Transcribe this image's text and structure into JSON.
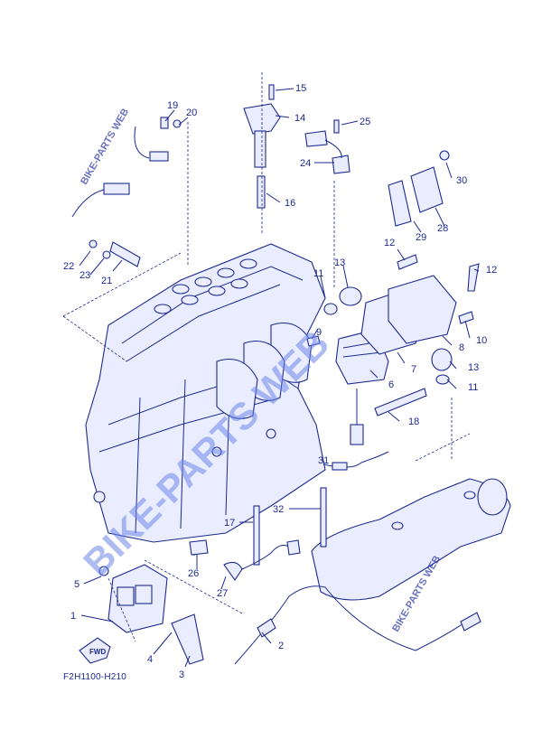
{
  "diagram": {
    "code": "F2H1100-H210",
    "fwd_label": "FWD",
    "watermarks": {
      "corner_top": "BIKE-PARTS WEB",
      "corner_bottom": "BIKE-PARTS WEB",
      "main": "BIKE-PARTS WEB"
    },
    "callouts": [
      "1",
      "2",
      "3",
      "4",
      "5",
      "6",
      "7",
      "8",
      "9",
      "10",
      "11",
      "11",
      "12",
      "12",
      "13",
      "13",
      "14",
      "15",
      "16",
      "17",
      "18",
      "19",
      "20",
      "21",
      "22",
      "23",
      "24",
      "25",
      "26",
      "27",
      "28",
      "29",
      "30",
      "31",
      "32"
    ]
  },
  "colors": {
    "ink": "#1c2a8f",
    "watermark": "#6f86e8",
    "fill": "#e9edff"
  }
}
